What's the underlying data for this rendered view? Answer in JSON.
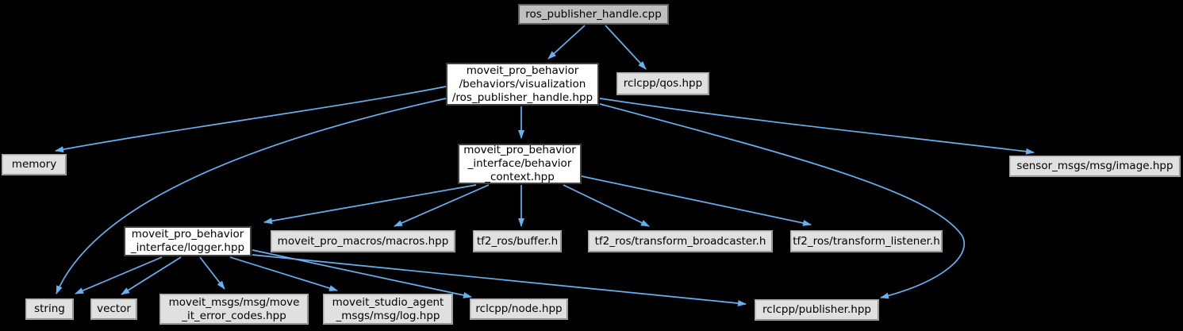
{
  "diagram": {
    "type": "include-dependency-graph",
    "colors": {
      "background": "#000000",
      "edge": "#64b2f2",
      "root_fill": "#bfbfbf",
      "internal_fill": "#ffffff",
      "leaf_fill": "#e0e0e0",
      "text": "#000000"
    },
    "nodes": [
      {
        "id": "cpp",
        "label": "ros_publisher_handle.cpp",
        "kind": "root"
      },
      {
        "id": "hpp",
        "label": "moveit_pro_behavior\n/behaviors/visualization\n/ros_publisher_handle.hpp",
        "kind": "internal"
      },
      {
        "id": "qos",
        "label": "rclcpp/qos.hpp",
        "kind": "leaf"
      },
      {
        "id": "memory",
        "label": "memory",
        "kind": "leaf"
      },
      {
        "id": "ctx",
        "label": "moveit_pro_behavior\n_interface/behavior\n_context.hpp",
        "kind": "internal"
      },
      {
        "id": "image",
        "label": "sensor_msgs/msg/image.hpp",
        "kind": "leaf"
      },
      {
        "id": "logger",
        "label": "moveit_pro_behavior\n_interface/logger.hpp",
        "kind": "internal"
      },
      {
        "id": "macros",
        "label": "moveit_pro_macros/macros.hpp",
        "kind": "leaf"
      },
      {
        "id": "buffer",
        "label": "tf2_ros/buffer.h",
        "kind": "leaf"
      },
      {
        "id": "broadcaster",
        "label": "tf2_ros/transform_broadcaster.h",
        "kind": "leaf"
      },
      {
        "id": "listener",
        "label": "tf2_ros/transform_listener.h",
        "kind": "leaf"
      },
      {
        "id": "string",
        "label": "string",
        "kind": "leaf"
      },
      {
        "id": "vector",
        "label": "vector",
        "kind": "leaf"
      },
      {
        "id": "errcodes",
        "label": "moveit_msgs/msg/move\n_it_error_codes.hpp",
        "kind": "leaf"
      },
      {
        "id": "logmsg",
        "label": "moveit_studio_agent\n_msgs/msg/log.hpp",
        "kind": "leaf"
      },
      {
        "id": "node",
        "label": "rclcpp/node.hpp",
        "kind": "leaf"
      },
      {
        "id": "publisher",
        "label": "rclcpp/publisher.hpp",
        "kind": "leaf"
      }
    ],
    "edges": [
      {
        "from": "cpp",
        "to": "hpp"
      },
      {
        "from": "cpp",
        "to": "qos"
      },
      {
        "from": "hpp",
        "to": "memory"
      },
      {
        "from": "hpp",
        "to": "string"
      },
      {
        "from": "hpp",
        "to": "ctx"
      },
      {
        "from": "hpp",
        "to": "image"
      },
      {
        "from": "hpp",
        "to": "publisher"
      },
      {
        "from": "ctx",
        "to": "logger"
      },
      {
        "from": "ctx",
        "to": "macros"
      },
      {
        "from": "ctx",
        "to": "buffer"
      },
      {
        "from": "ctx",
        "to": "broadcaster"
      },
      {
        "from": "ctx",
        "to": "listener"
      },
      {
        "from": "logger",
        "to": "string"
      },
      {
        "from": "logger",
        "to": "vector"
      },
      {
        "from": "logger",
        "to": "errcodes"
      },
      {
        "from": "logger",
        "to": "logmsg"
      },
      {
        "from": "logger",
        "to": "node"
      },
      {
        "from": "logger",
        "to": "publisher"
      }
    ]
  }
}
